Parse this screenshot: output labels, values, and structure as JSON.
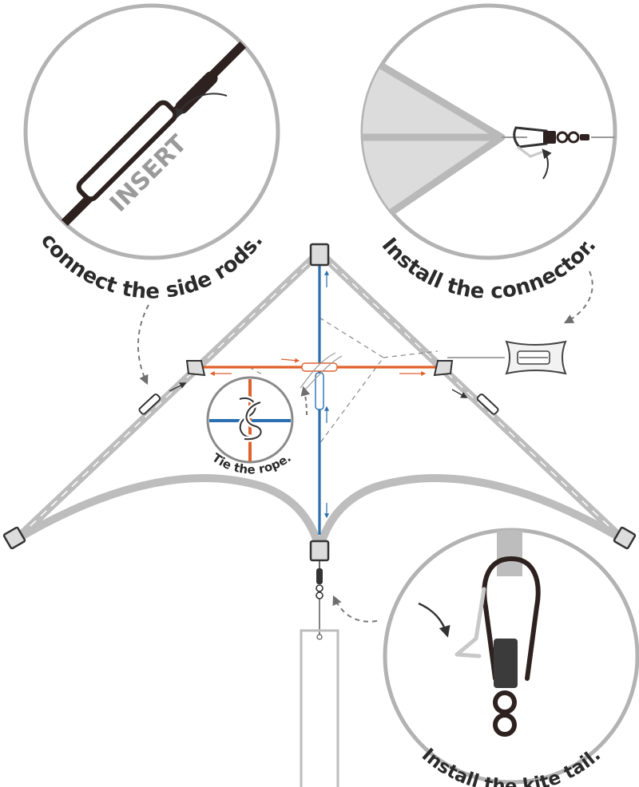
{
  "steps": {
    "side_rods": {
      "label": "connect the side rods.",
      "stamp": "INSERT"
    },
    "connector": {
      "label": "Install the connector."
    },
    "knot": {
      "label": "Tie the rope."
    },
    "tail": {
      "label": "Install the kite tail."
    }
  },
  "colors": {
    "spine": "#2a6fb0",
    "spar": "#e0622d",
    "frame": "#bdbdbd",
    "outline": "#9e9e9e",
    "rod": "#2e2220",
    "text": "#2b2b2b",
    "stamp": "#9a9a9a"
  },
  "icons": [
    "arrow-icon",
    "line-winder-icon",
    "clip-icon",
    "swivel-icon",
    "knot-icon"
  ]
}
